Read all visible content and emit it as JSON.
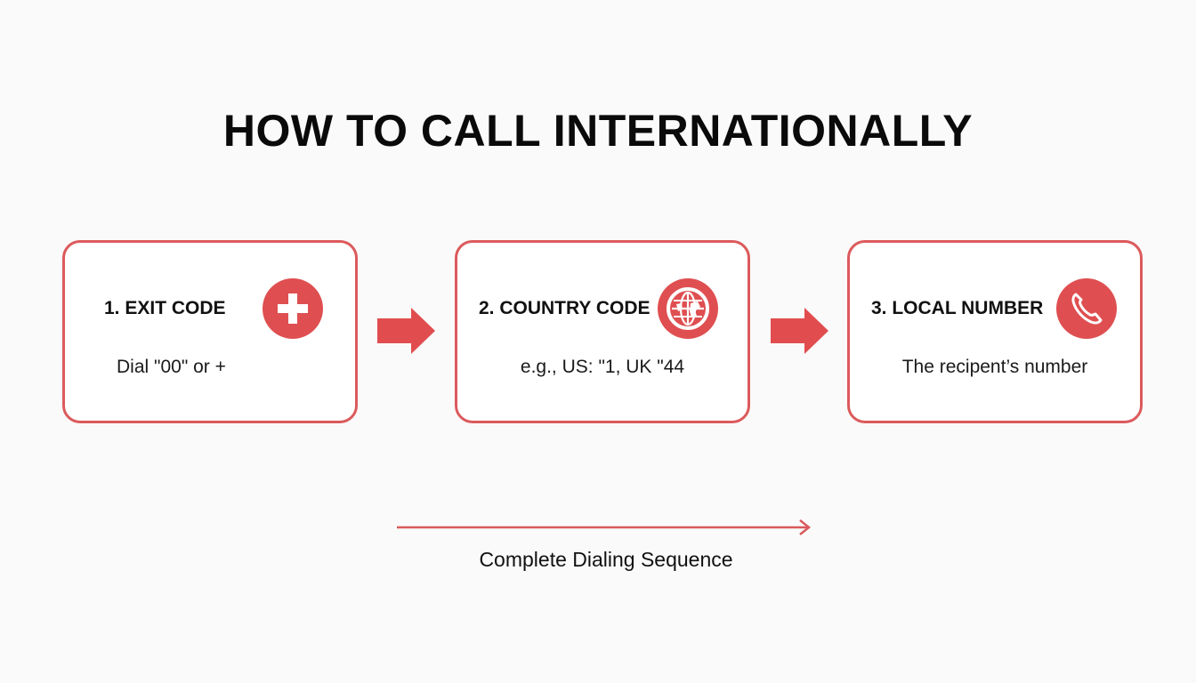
{
  "title": "HOW TO CALL INTERNATIONALLY",
  "colors": {
    "accent": "#df4f51",
    "card_border": "#dc5a5c",
    "text": "#111111",
    "background": "#fafafa"
  },
  "steps": [
    {
      "title": "1. EXIT CODE",
      "description": "Dial \"00\" or +",
      "icon": "plus-icon"
    },
    {
      "title": "2. COUNTRY CODE",
      "description": "e.g., US: \"1, UK \"44",
      "icon": "globe-icon"
    },
    {
      "title": "3. LOCAL NUMBER",
      "description": "The recipent’s number",
      "icon": "phone-icon"
    }
  ],
  "connectors": [
    "arrow-right-icon",
    "arrow-right-icon"
  ],
  "sequence": {
    "label": "Complete Dialing Sequence",
    "icon": "long-arrow-right-icon"
  }
}
